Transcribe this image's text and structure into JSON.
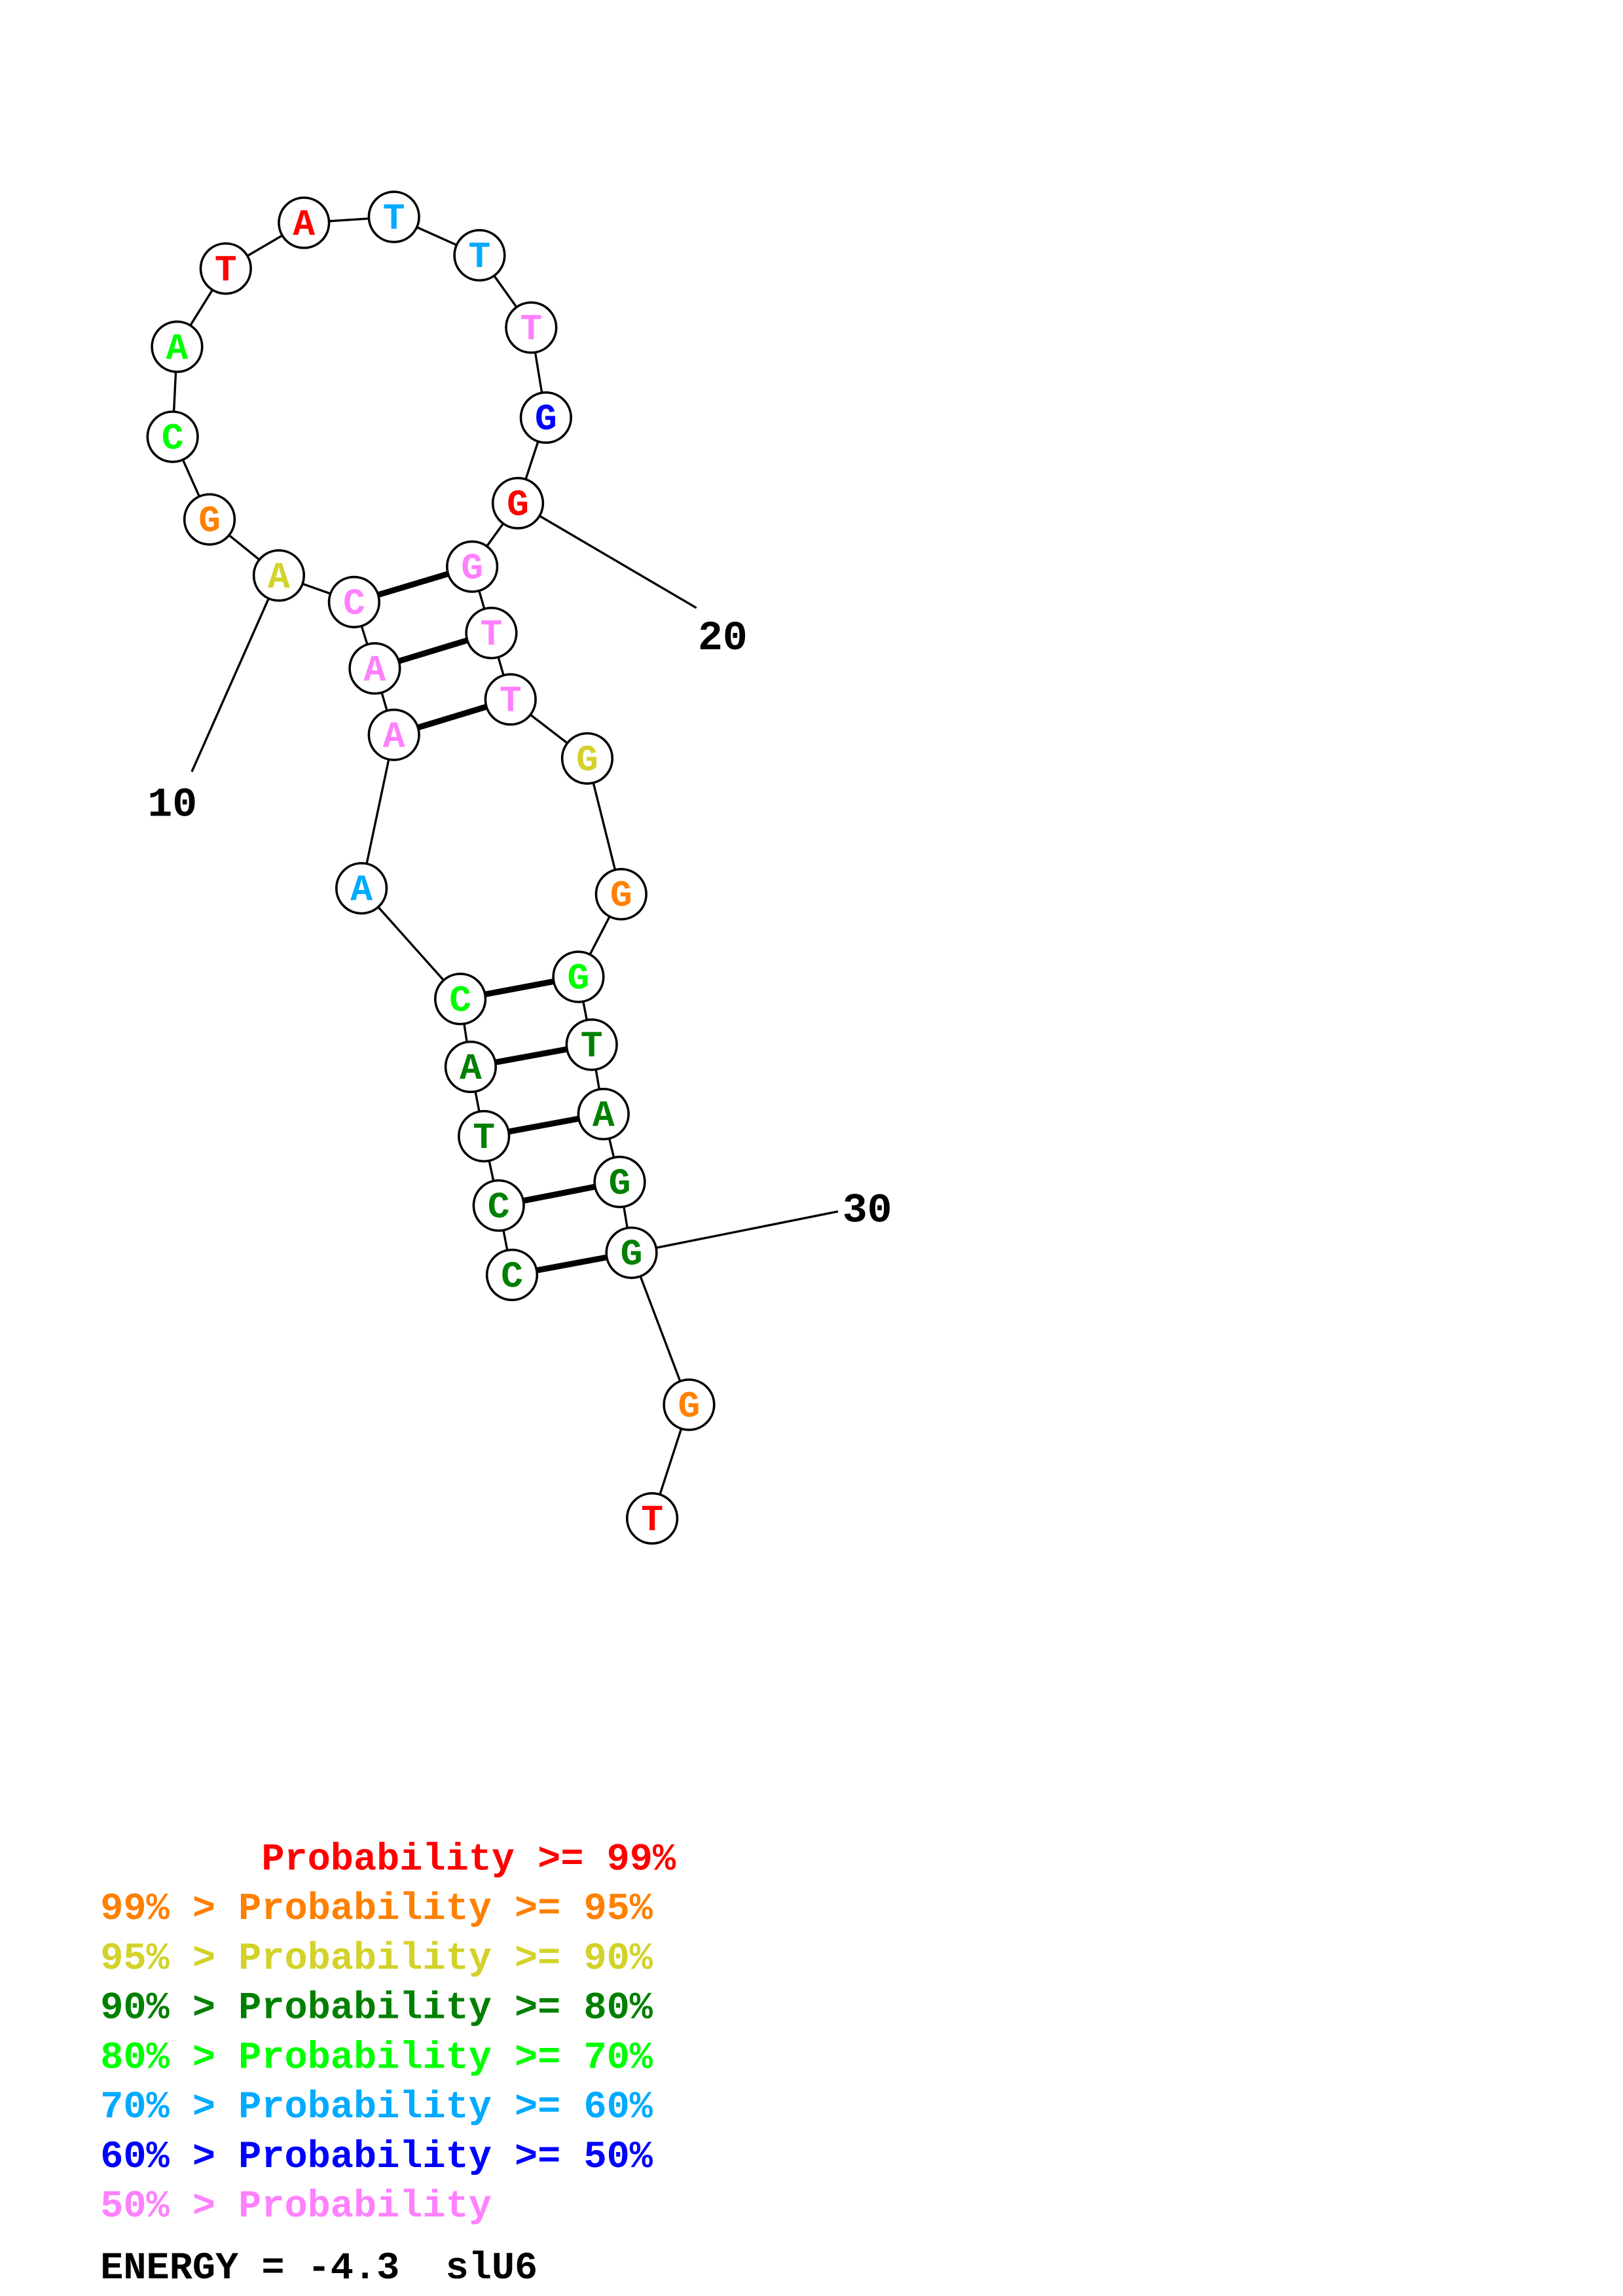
{
  "colors": {
    "p99": "#ff0000",
    "p95": "#ff8000",
    "p90": "#d2d22a",
    "p80": "#008000",
    "p70": "#00ff00",
    "p60": "#00aaff",
    "p50": "#0000ff",
    "plow": "#ff80ff"
  },
  "structure": {
    "nucleotides": [
      {
        "n": 1,
        "base": "C",
        "prob": "p80"
      },
      {
        "n": 2,
        "base": "C",
        "prob": "p80"
      },
      {
        "n": 3,
        "base": "T",
        "prob": "p80"
      },
      {
        "n": 4,
        "base": "A",
        "prob": "p80"
      },
      {
        "n": 5,
        "base": "C",
        "prob": "p70"
      },
      {
        "n": 6,
        "base": "A",
        "prob": "p60"
      },
      {
        "n": 7,
        "base": "A",
        "prob": "plow"
      },
      {
        "n": 8,
        "base": "A",
        "prob": "plow"
      },
      {
        "n": 9,
        "base": "C",
        "prob": "plow"
      },
      {
        "n": 10,
        "base": "A",
        "prob": "p90"
      },
      {
        "n": 11,
        "base": "G",
        "prob": "p95"
      },
      {
        "n": 12,
        "base": "C",
        "prob": "p70"
      },
      {
        "n": 13,
        "base": "A",
        "prob": "p70"
      },
      {
        "n": 14,
        "base": "T",
        "prob": "p99"
      },
      {
        "n": 15,
        "base": "A",
        "prob": "p99"
      },
      {
        "n": 16,
        "base": "T",
        "prob": "p60"
      },
      {
        "n": 17,
        "base": "T",
        "prob": "p60"
      },
      {
        "n": 18,
        "base": "T",
        "prob": "plow"
      },
      {
        "n": 19,
        "base": "G",
        "prob": "p50"
      },
      {
        "n": 20,
        "base": "G",
        "prob": "p99"
      },
      {
        "n": 21,
        "base": "G",
        "prob": "plow"
      },
      {
        "n": 22,
        "base": "T",
        "prob": "plow"
      },
      {
        "n": 23,
        "base": "T",
        "prob": "plow"
      },
      {
        "n": 24,
        "base": "G",
        "prob": "p90"
      },
      {
        "n": 25,
        "base": "G",
        "prob": "p95"
      },
      {
        "n": 26,
        "base": "G",
        "prob": "p70"
      },
      {
        "n": 27,
        "base": "T",
        "prob": "p80"
      },
      {
        "n": 28,
        "base": "A",
        "prob": "p80"
      },
      {
        "n": 29,
        "base": "G",
        "prob": "p80"
      },
      {
        "n": 30,
        "base": "G",
        "prob": "p80"
      },
      {
        "n": 31,
        "base": "G",
        "prob": "p95"
      },
      {
        "n": 32,
        "base": "T",
        "prob": "p99"
      }
    ],
    "pairs": [
      [
        1,
        30
      ],
      [
        2,
        29
      ],
      [
        3,
        28
      ],
      [
        4,
        27
      ],
      [
        5,
        26
      ],
      [
        7,
        23
      ],
      [
        8,
        22
      ],
      [
        9,
        21
      ]
    ],
    "position_labels": [
      {
        "n": 10,
        "text": "10"
      },
      {
        "n": 20,
        "text": "20"
      },
      {
        "n": 30,
        "text": "30"
      }
    ]
  },
  "legend": [
    {
      "text": "       Probability >= 99%",
      "prob": "p99"
    },
    {
      "text": "99% > Probability >= 95%",
      "prob": "p95"
    },
    {
      "text": "95% > Probability >= 90%",
      "prob": "p90"
    },
    {
      "text": "90% > Probability >= 80%",
      "prob": "p80"
    },
    {
      "text": "80% > Probability >= 70%",
      "prob": "p70"
    },
    {
      "text": "70% > Probability >= 60%",
      "prob": "p60"
    },
    {
      "text": "60% > Probability >= 50%",
      "prob": "p50"
    },
    {
      "text": "50% > Probability",
      "prob": "plow"
    }
  ],
  "footer": {
    "energy_text": "ENERGY = -4.3  slU6"
  }
}
